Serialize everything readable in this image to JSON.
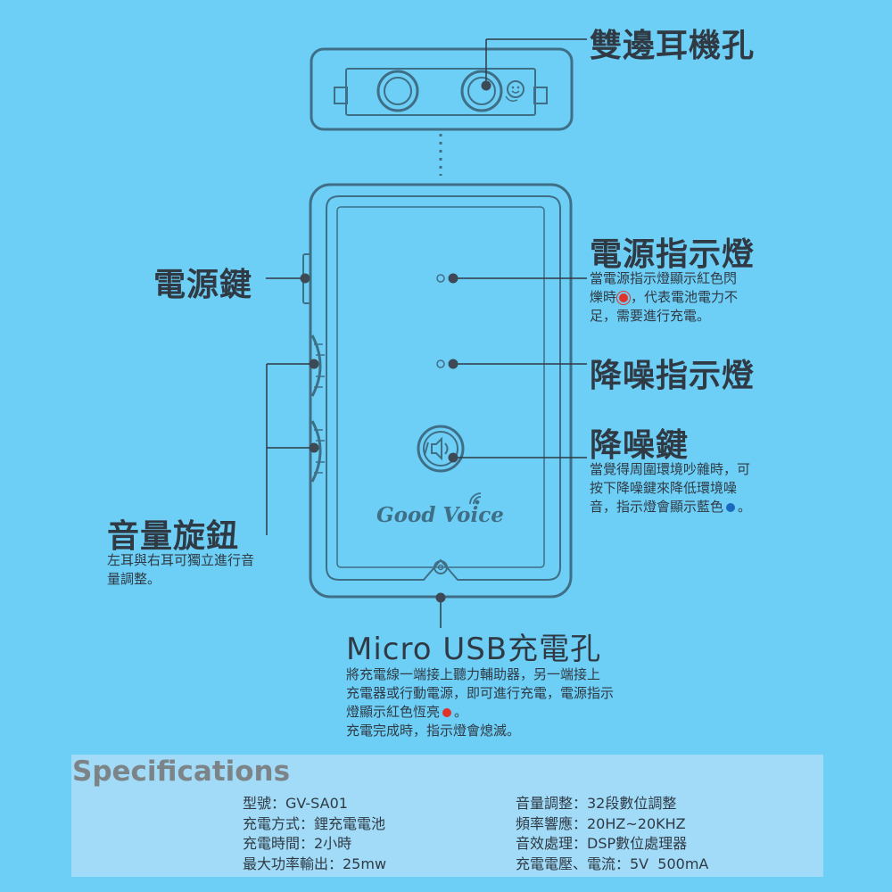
{
  "labels": {
    "earphone_jack": "雙邊耳機孔",
    "power_indicator_title": "電源指示燈",
    "power_indicator_desc_1": "當電源指示燈顯示紅色閃",
    "power_indicator_desc_2a": "爍時",
    "power_indicator_desc_2b": "，代表電池電力不",
    "power_indicator_desc_3": "足，需要進行充電。",
    "power_key": "電源鍵",
    "nr_indicator_title": "降噪指示燈",
    "nr_key_title": "降噪鍵",
    "nr_key_desc_1": "當覺得周圍環境吵雜時，可",
    "nr_key_desc_2": "按下降噪鍵來降低環境噪",
    "nr_key_desc_3a": "音，指示燈會顯示藍色",
    "nr_key_desc_3b": "。",
    "volume_title": "音量旋鈕",
    "volume_desc_1": "左耳與右耳可獨立進行音",
    "volume_desc_2": "量調整。",
    "usb_title": "Micro USB充電孔",
    "usb_desc_1": "將充電線一端接上聽力輔助器，另一端接上",
    "usb_desc_2": "充電器或行動電源，即可進行充電，電源指示",
    "usb_desc_3a": "燈顯示紅色恆亮",
    "usb_desc_3b": "。",
    "usb_desc_4": "充電完成時，指示燈會熄滅。",
    "brand": "Good Voice"
  },
  "specs": {
    "title": "Specifications",
    "left": [
      "型號：GV-SA01",
      "充電方式：鋰充電電池",
      "充電時間：2小時",
      "最大功率輸出：25mw"
    ],
    "right": [
      "音量調整：32段數位調整",
      "頻率響應：20HZ~20KHZ",
      "音效處理：DSP數位處理器",
      "充電電壓、電流：5V  500mA"
    ]
  },
  "colors": {
    "background": "#6ecff6",
    "outline": "#3f6f87",
    "text": "#2f3a44",
    "spec_box": "#a2dbf7",
    "red_indicator": "#e0332a",
    "blue_indicator": "#1a6bbf"
  },
  "icons": [
    "noise-reduction-icon",
    "wifi-signal-icon",
    "usb-port-icon",
    "earphone-jack-icon"
  ]
}
